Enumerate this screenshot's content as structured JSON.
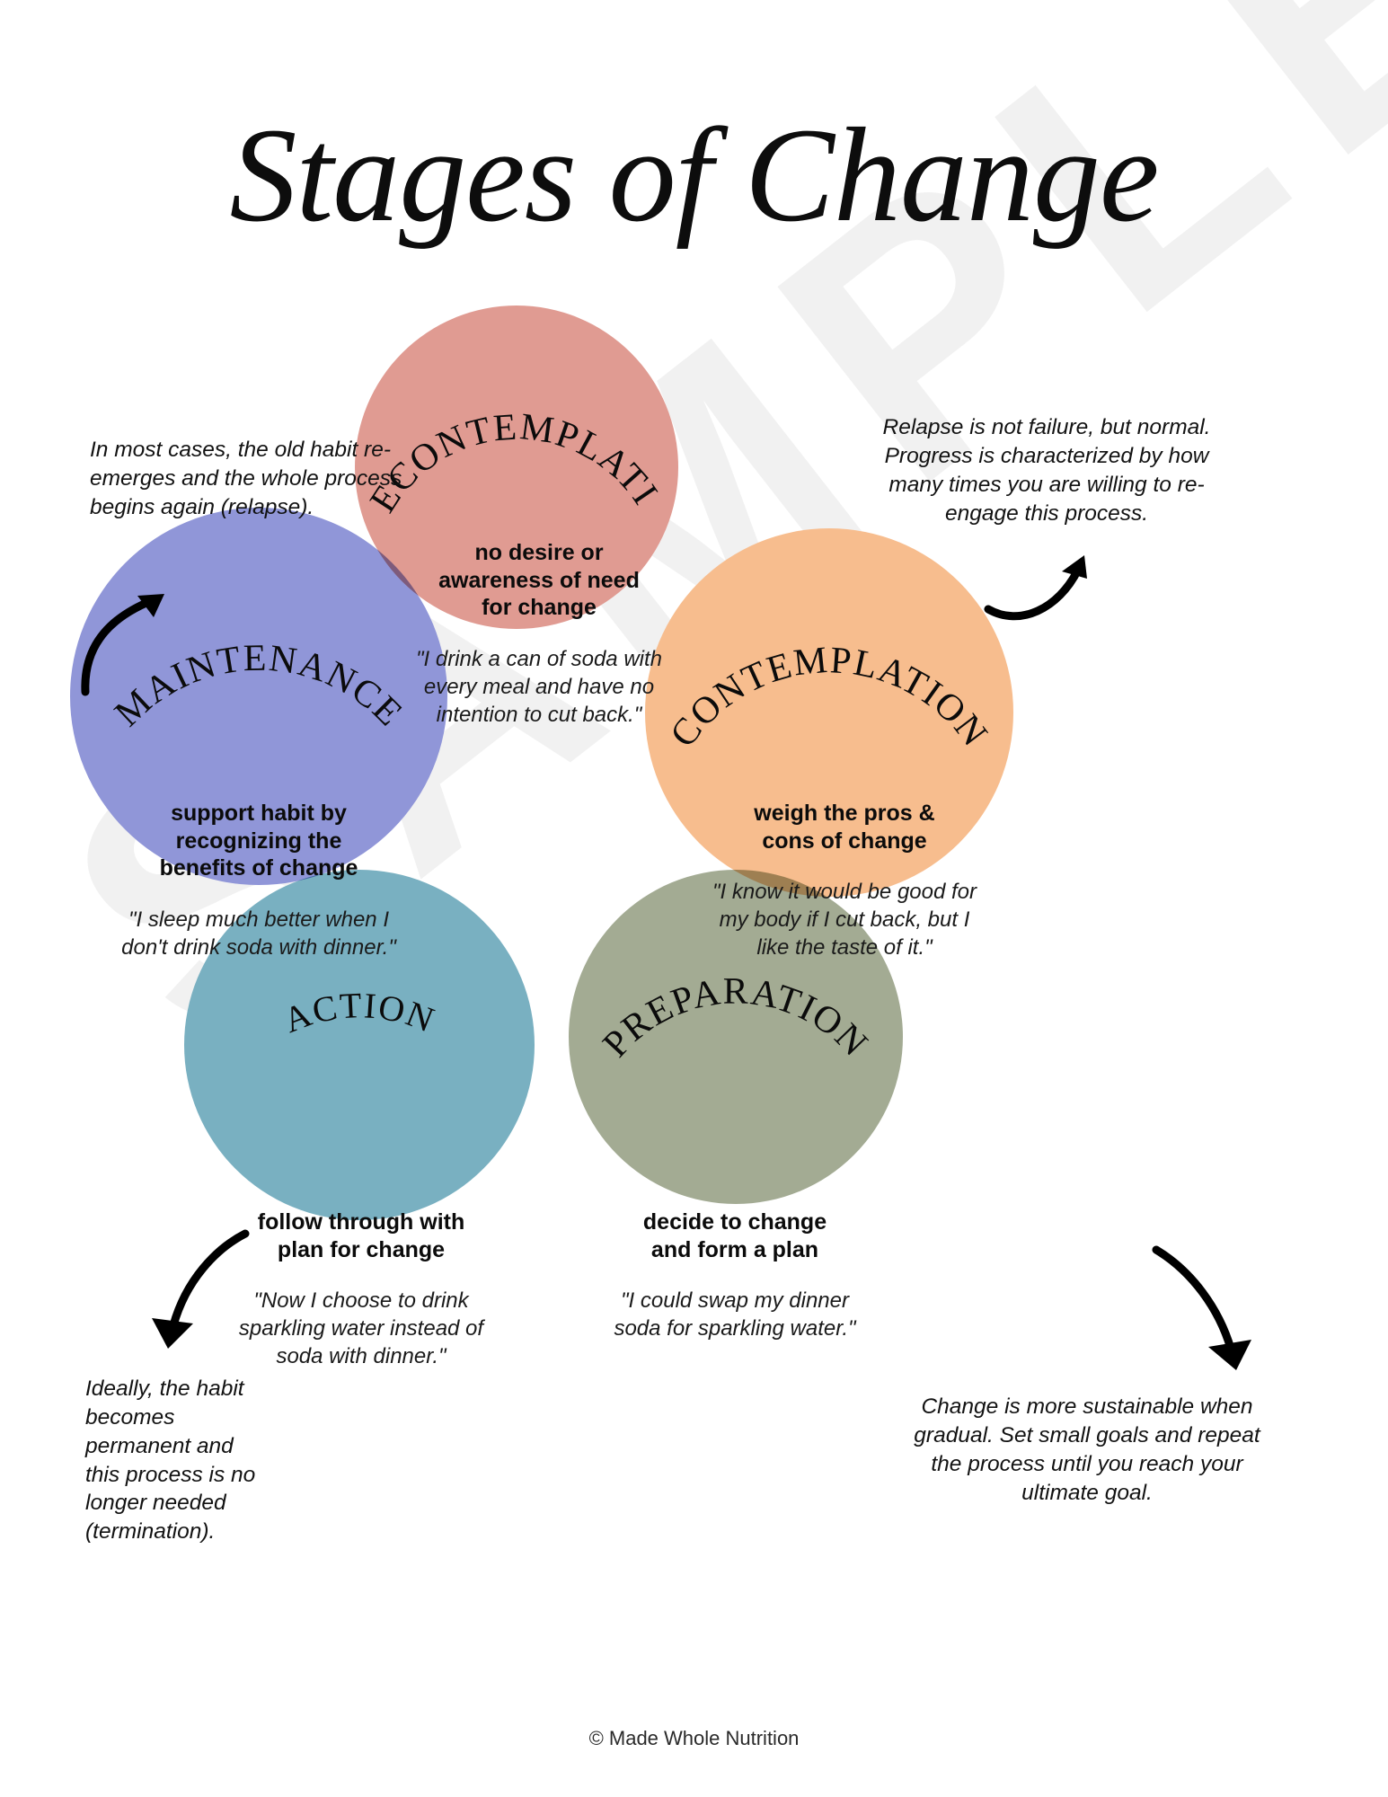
{
  "page": {
    "title": "Stages of Change",
    "watermark": "SAMPLE",
    "footer": "© Made Whole Nutrition"
  },
  "colors": {
    "precontemplation": "#e09b92",
    "contemplation": "#f7bd8e",
    "preparation": "#a3ab93",
    "action": "#79b0c1",
    "maintenance": "#9096d8",
    "text": "#101010",
    "watermark": "#f1f1f1",
    "background": "#ffffff"
  },
  "stages": [
    {
      "id": "precontemplation",
      "label": "PRECONTEMPLATION",
      "heading": "no desire or\nawareness of need\nfor change",
      "quote": "\"I drink a can of soda with every meal and have no intention to cut back.\"",
      "color": "#e09b92"
    },
    {
      "id": "contemplation",
      "label": "CONTEMPLATION",
      "heading": "weigh the pros &\ncons of change",
      "quote": "\"I know it would be good for my body if I cut back, but I like the taste of it.\"",
      "color": "#f7bd8e"
    },
    {
      "id": "preparation",
      "label": "PREPARATION",
      "heading": "decide to change\nand form a plan",
      "quote": "\"I could swap my dinner soda for sparkling water.\"",
      "color": "#a3ab93"
    },
    {
      "id": "action",
      "label": "ACTION",
      "heading": "follow through with\nplan for change",
      "quote": "\"Now I choose to drink sparkling water instead of soda with dinner.\"",
      "color": "#79b0c1"
    },
    {
      "id": "maintenance",
      "label": "MAINTENANCE",
      "heading": "support habit by\nrecognizing the\nbenefits of change",
      "quote": "\"I sleep much better when I don't drink soda with dinner.\"",
      "color": "#9096d8"
    }
  ],
  "annotations": {
    "relapse": "In most cases, the old habit re-emerges and the whole process begins again (relapse).",
    "reengage": "Relapse is not failure, but normal. Progress is characterized by how many times you are willing to re-engage this process.",
    "termination": "Ideally, the habit becomes permanent and this process is no longer needed (termination).",
    "gradual": "Change is more sustainable when gradual. Set small goals and repeat the process until you reach your ultimate goal."
  }
}
